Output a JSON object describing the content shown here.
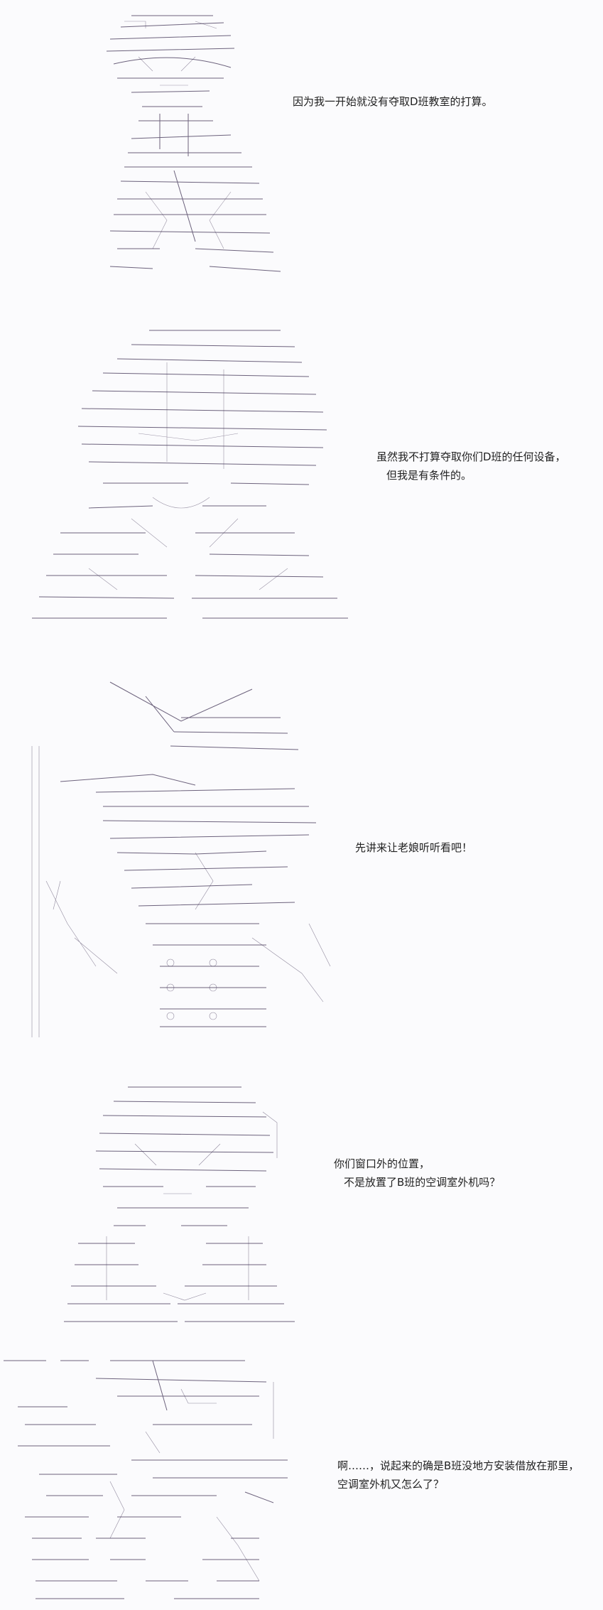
{
  "panels": [
    {
      "id": 1,
      "lines": [
        "因为我一开始就没有夺取D班教室的打算。"
      ]
    },
    {
      "id": 2,
      "lines": [
        "虽然我不打算夺取你们D班的任何设备，",
        "但我是有条件的。"
      ]
    },
    {
      "id": 3,
      "lines": [
        "先讲来让老娘听听看吧！"
      ]
    },
    {
      "id": 4,
      "lines": [
        "你们窗口外的位置，",
        "不是放置了B班的空调室外机吗？"
      ]
    },
    {
      "id": 5,
      "lines": [
        "啊……，说起来的确是B班没地方安装借放在那里，",
        "空调室外机又怎么了？"
      ]
    }
  ],
  "colors": {
    "ink": "#3d2f52",
    "text": "#222222",
    "background": "#fbfbfd"
  }
}
